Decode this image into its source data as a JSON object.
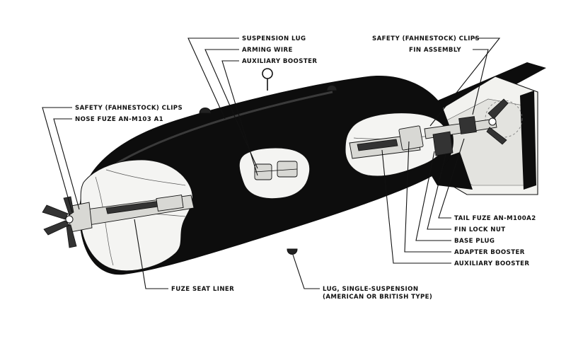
{
  "labels": {
    "suspension_lug": "SUSPENSION LUG",
    "arming_wire": "ARMING WIRE",
    "auxiliary_booster_top": "AUXILIARY BOOSTER",
    "safety_clips_right": "SAFETY (FAHNESTOCK) CLIPS",
    "fin_assembly": "FIN ASSEMBLY",
    "safety_clips_left": "SAFETY (FAHNESTOCK) CLIPS",
    "nose_fuze": "NOSE FUZE AN-M103 A1",
    "tail_fuze": "TAIL FUZE AN-M100A2",
    "fin_lock_nut": "FIN LOCK NUT",
    "base_plug": "BASE PLUG",
    "adapter_booster": "ADAPTER BOOSTER",
    "auxiliary_booster_bottom": "AUXILIARY BOOSTER",
    "fuze_seat_liner": "FUZE SEAT LINER",
    "lug_single_line1": "LUG, SINGLE-SUSPENSION",
    "lug_single_line2": "(AMERICAN OR BRITISH TYPE)"
  }
}
